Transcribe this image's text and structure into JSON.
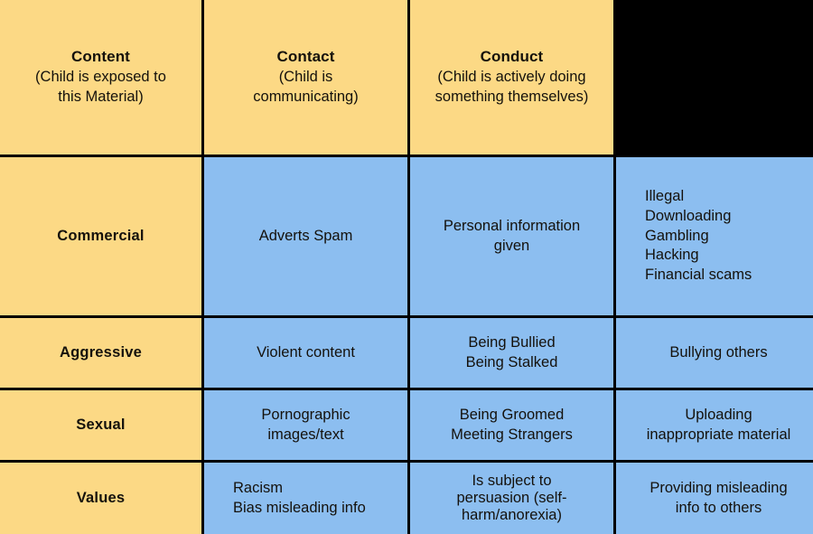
{
  "figure": {
    "kind": "risk-matrix-table",
    "colors": {
      "header_fill": "#FCD985",
      "row_label_fill": "#FCD985",
      "body_fill": "#8CBEF0",
      "empty_fill": "#000000",
      "grid": "#000000",
      "text": "#14110C"
    }
  },
  "columns": [
    {
      "id": "row-label",
      "title": "",
      "subtitle": ""
    },
    {
      "id": "content",
      "title": "Content",
      "subtitle": "(Child is exposed to this Material)"
    },
    {
      "id": "contact",
      "title": "Contact",
      "subtitle": "(Child is communicating)"
    },
    {
      "id": "conduct",
      "title": "Conduct",
      "subtitle": "(Child is actively doing something themselves)"
    }
  ],
  "header": {
    "content": {
      "title": "Content",
      "sub_line1": "(Child is exposed to",
      "sub_line2": "this Material)"
    },
    "contact": {
      "title": "Contact",
      "sub_line1": "(Child is",
      "sub_line2": "communicating)"
    },
    "conduct": {
      "title": "Conduct",
      "sub_line1": "(Child is actively doing",
      "sub_line2": "something themselves)"
    },
    "fourth": ""
  },
  "rows": [
    {
      "label": "Commercial",
      "content": {
        "lines": [
          "Adverts Spam"
        ]
      },
      "contact": {
        "lines": [
          "Personal information",
          "given"
        ]
      },
      "conduct": {
        "lines": [
          "Illegal",
          "Downloading",
          "Gambling",
          "Hacking",
          "Financial scams"
        ]
      }
    },
    {
      "label": "Aggressive",
      "content": {
        "lines": [
          "Violent content"
        ]
      },
      "contact": {
        "lines": [
          "Being Bullied",
          "Being Stalked"
        ]
      },
      "conduct": {
        "lines": [
          "Bullying others"
        ]
      }
    },
    {
      "label": "Sexual",
      "content": {
        "lines": [
          "Pornographic",
          "images/text"
        ]
      },
      "contact": {
        "lines": [
          "Being Groomed",
          "Meeting Strangers"
        ]
      },
      "conduct": {
        "lines": [
          "Uploading",
          "inappropriate material"
        ]
      }
    },
    {
      "label": "Values",
      "content": {
        "lines": [
          "Racism",
          "Bias misleading info"
        ]
      },
      "contact": {
        "lines": [
          "Is subject to",
          "persuasion (self-",
          "harm/anorexia)"
        ]
      },
      "conduct": {
        "lines": [
          "Providing misleading",
          "info to others"
        ]
      }
    }
  ]
}
